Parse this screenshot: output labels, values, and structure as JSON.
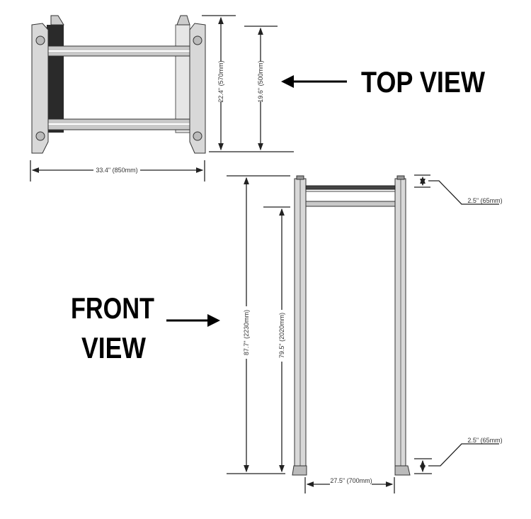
{
  "top_view": {
    "title": "TOP VIEW",
    "dimensions": {
      "outer_depth": "22.4\" (570mm)",
      "inner_depth": "19.6\" (500mm)",
      "width": "33.4\" (850mm)"
    }
  },
  "front_view": {
    "title_line1": "FRONT",
    "title_line2": "VIEW",
    "dimensions": {
      "total_height": "87.7\" (2230mm)",
      "passage_height": "79.5\" (2020mm)",
      "passage_width": "27.5\" (700mm)",
      "top_cap": "2.5\" (65mm)",
      "bottom_base": "2.5\" (65mm)"
    }
  }
}
